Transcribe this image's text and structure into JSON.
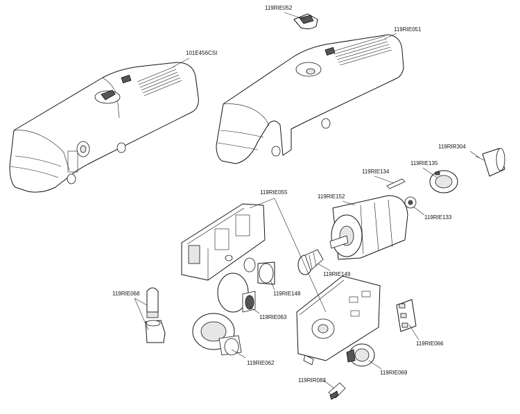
{
  "labels": {
    "cover_left": "101E456CSI",
    "cover_right": "119RIE051",
    "knob": "119RIE052",
    "capacitor": "119RIR304",
    "encoder_housing": "119RIE135",
    "pin": "119RIE134",
    "motor": "119RIE152",
    "gear_small": "119RIE133",
    "housing_upper": "119RIE055",
    "worm_gear": "119RIE149",
    "shaft_bearing": "119RIE148",
    "bulb": "119RIE068",
    "wheel_bearing": "119RIE063",
    "terminal_block": "119RIE066",
    "final_gear": "119RIE062",
    "ring": "119RIE069",
    "key": "119RIR083"
  }
}
